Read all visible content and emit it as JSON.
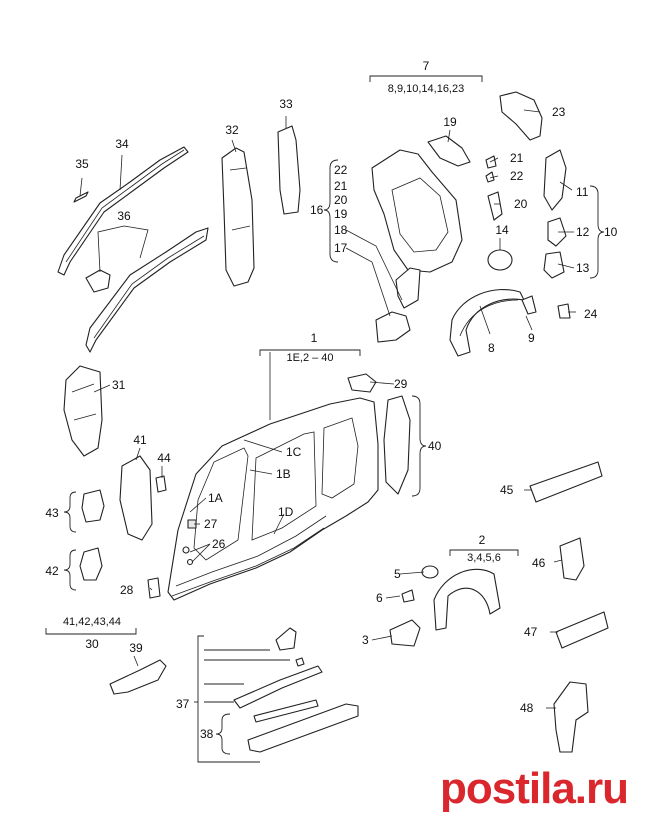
{
  "callouts": {
    "c1": "1",
    "c1_sub": "1E,2 – 40",
    "c1A": "1A",
    "c1B": "1B",
    "c1C": "1C",
    "c1D": "1D",
    "c2": "2",
    "c2_sub": "3,4,5,6",
    "c3": "3",
    "c5": "5",
    "c6": "6",
    "c7": "7",
    "c7_sub": "8,9,10,14,16,23",
    "c8": "8",
    "c9": "9",
    "c10": "10",
    "c11": "11",
    "c12": "12",
    "c13": "13",
    "c14": "14",
    "c16": "16",
    "c17": "17",
    "c18": "18",
    "c19a": "19",
    "c19b": "19",
    "c20a": "20",
    "c20b": "20",
    "c21a": "21",
    "c21b": "21",
    "c22a": "22",
    "c22b": "22",
    "c23": "23",
    "c24": "24",
    "c26": "26",
    "c27": "27",
    "c28": "28",
    "c29": "29",
    "c30": "30",
    "c30_sub": "41,42,43,44",
    "c31": "31",
    "c32": "32",
    "c33": "33",
    "c34": "34",
    "c35": "35",
    "c36": "36",
    "c37": "37",
    "c38": "38",
    "c39": "39",
    "c40": "40",
    "c41": "41",
    "c42": "42",
    "c43": "43",
    "c44": "44",
    "c45": "45",
    "c46": "46",
    "c47": "47",
    "c48": "48"
  },
  "watermark": "postila.ru",
  "colors": {
    "line": "#222222",
    "watermark": "#d9272d"
  }
}
